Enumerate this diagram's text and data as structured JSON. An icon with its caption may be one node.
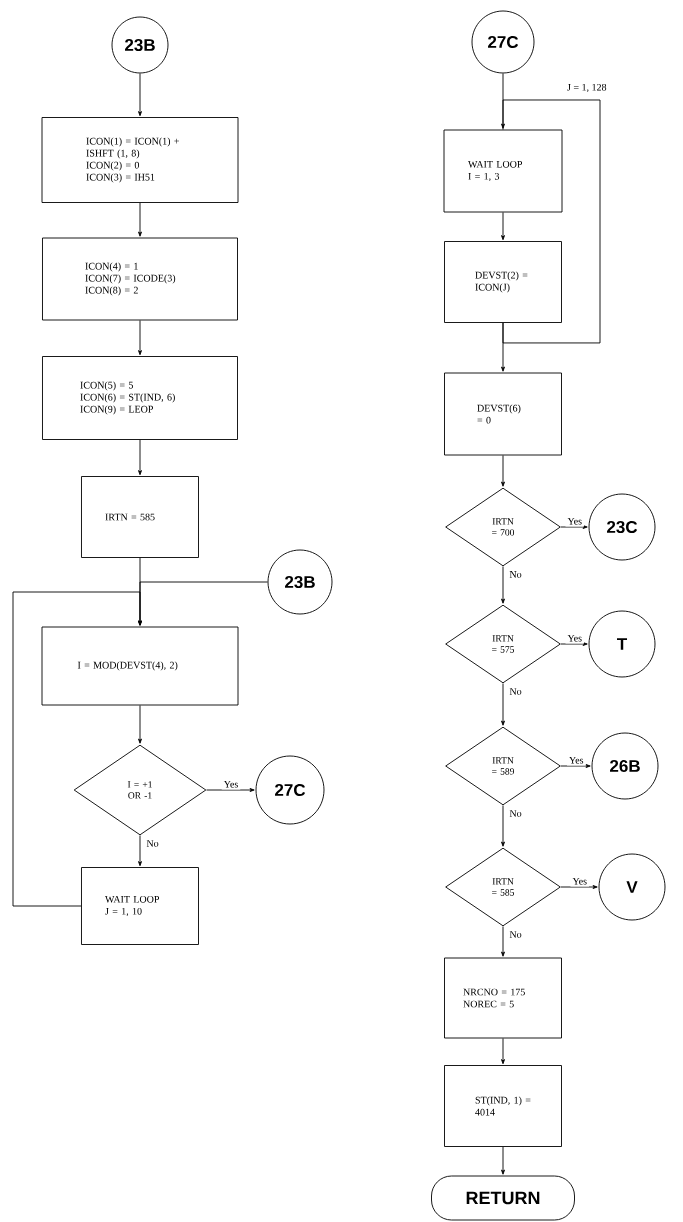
{
  "diagram": {
    "nodes": [
      {
        "text": [
          "23B"
        ]
      },
      {
        "text": [
          "ICON(1) = ICON(1) + ISHFT (1, 8)",
          "ICON(2) = 0",
          "ICON(3) = IH51"
        ]
      },
      {
        "text": [
          "ICON(4) = 1",
          "ICON(7) = ICODE(3)",
          "ICON(8) = 2"
        ]
      },
      {
        "text": [
          "ICON(5) = 5",
          "ICON(6) = ST(IND, 6)",
          "ICON(9) = LEOP"
        ]
      },
      {
        "text": [
          "IRTN = 585"
        ]
      },
      {
        "text": [
          "23B"
        ]
      },
      {
        "text": [
          "I = MOD(DEVST(4), 2)"
        ]
      },
      {
        "text": [
          "I = +1 OR -1"
        ]
      },
      {
        "text": [
          "27C"
        ]
      },
      {
        "text": [
          "WAIT LOOP",
          "J = 1, 10"
        ]
      },
      {
        "text": [
          "27C"
        ]
      },
      {
        "text": [
          "WAIT LOOP",
          "I = 1, 3"
        ]
      },
      {
        "text": [
          "DEVST(2) = ICON(J)"
        ]
      },
      {
        "text": [
          "DEVST(6) = 0"
        ]
      },
      {
        "text": [
          "IRTN = 700"
        ]
      },
      {
        "text": [
          "23C"
        ]
      },
      {
        "text": [
          "IRTN = 575"
        ]
      },
      {
        "text": [
          "T"
        ]
      },
      {
        "text": [
          "IRTN = 589"
        ]
      },
      {
        "text": [
          "26B"
        ]
      },
      {
        "text": [
          "IRTN = 585"
        ]
      },
      {
        "text": [
          "V"
        ]
      },
      {
        "text": [
          "NRCNO = 175",
          "NOREC = 5"
        ]
      },
      {
        "text": [
          "ST(IND, 1) = 4014"
        ]
      },
      {
        "text": [
          "RETURN"
        ]
      }
    ],
    "edges": [
      {
        "from": 0,
        "to": 1,
        "arrow": "to"
      },
      {
        "from": 1,
        "to": 2,
        "arrow": "to"
      },
      {
        "from": 2,
        "to": 3,
        "arrow": "to"
      },
      {
        "from": 3,
        "to": 4,
        "arrow": "to"
      },
      {
        "from": 4,
        "to": 6,
        "arrow": "to"
      },
      {
        "from": 5,
        "to": 6,
        "arrow": "to"
      },
      {
        "from": 9,
        "to": 6,
        "arrow": "to"
      },
      {
        "from": 6,
        "to": 7,
        "arrow": "to"
      },
      {
        "from": 7,
        "to": 8,
        "arrow": "to",
        "label": "Yes"
      },
      {
        "from": 7,
        "to": 9,
        "arrow": "to",
        "label": "No"
      },
      {
        "from": 10,
        "to": 11,
        "arrow": "to"
      },
      {
        "from": 11,
        "to": 12,
        "arrow": "to"
      },
      {
        "from": 12,
        "to": 11,
        "arrow": "none",
        "label": "J = 1, 128"
      },
      {
        "from": 12,
        "to": 13,
        "arrow": "to"
      },
      {
        "from": 13,
        "to": 14,
        "arrow": "to"
      },
      {
        "from": 14,
        "to": 15,
        "arrow": "to",
        "label": "Yes"
      },
      {
        "from": 14,
        "to": 16,
        "arrow": "to",
        "label": "No"
      },
      {
        "from": 16,
        "to": 17,
        "arrow": "to",
        "label": "Yes"
      },
      {
        "from": 16,
        "to": 18,
        "arrow": "to",
        "label": "No"
      },
      {
        "from": 18,
        "to": 19,
        "arrow": "to",
        "label": "Yes"
      },
      {
        "from": 18,
        "to": 20,
        "arrow": "to",
        "label": "No"
      },
      {
        "from": 20,
        "to": 21,
        "arrow": "to",
        "label": "Yes"
      },
      {
        "from": 20,
        "to": 22,
        "arrow": "to",
        "label": "No"
      },
      {
        "from": 22,
        "to": 23,
        "arrow": "to"
      },
      {
        "from": 23,
        "to": 24,
        "arrow": "to"
      }
    ]
  }
}
